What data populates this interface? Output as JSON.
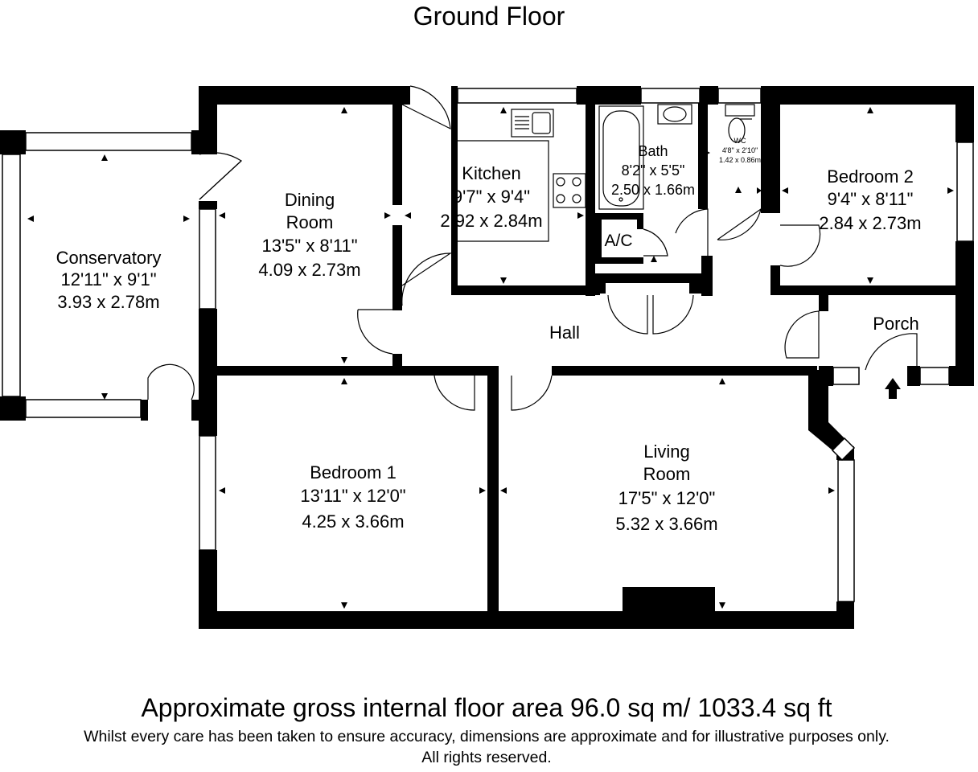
{
  "header": {
    "title": "Ground Floor"
  },
  "rooms": {
    "conservatory": {
      "name": "Conservatory",
      "imperial": "12'11\" x 9'1\"",
      "metric": "3.93 x 2.78m"
    },
    "dining": {
      "name_line1": "Dining",
      "name_line2": "Room",
      "imperial": "13'5\" x 8'11\"",
      "metric": "4.09 x 2.73m"
    },
    "kitchen": {
      "name": "Kitchen",
      "imperial": "9'7\" x 9'4\"",
      "metric": "2.92 x 2.84m"
    },
    "bath": {
      "name": "Bath",
      "imperial": "8'2\" x 5'5\"",
      "metric": "2.50 x 1.66m"
    },
    "wc": {
      "name": "WC",
      "imperial": "4'8\" x 2'10\"",
      "metric": "1.42 x 0.86m"
    },
    "bedroom2": {
      "name": "Bedroom 2",
      "imperial": "9'4\" x 8'11\"",
      "metric": "2.84 x 2.73m"
    },
    "ac": {
      "name": "A/C"
    },
    "hall": {
      "name": "Hall"
    },
    "porch": {
      "name": "Porch"
    },
    "bedroom1": {
      "name": "Bedroom 1",
      "imperial": "13'11\" x 12'0\"",
      "metric": "4.25 x 3.66m"
    },
    "living": {
      "name_line1": "Living",
      "name_line2": "Room",
      "imperial": "17'5\" x 12'0\"",
      "metric": "5.32 x 3.66m"
    }
  },
  "footer": {
    "area": "Approximate gross internal floor area 96.0 sq m/ 1033.4 sq ft",
    "disclaimer": "Whilst every care has been taken to ensure accuracy, dimensions are approximate and for illustrative purposes only.",
    "rights": "All rights reserved."
  },
  "colors": {
    "wall": "#000000",
    "background": "#ffffff",
    "window": "#ffffff"
  }
}
